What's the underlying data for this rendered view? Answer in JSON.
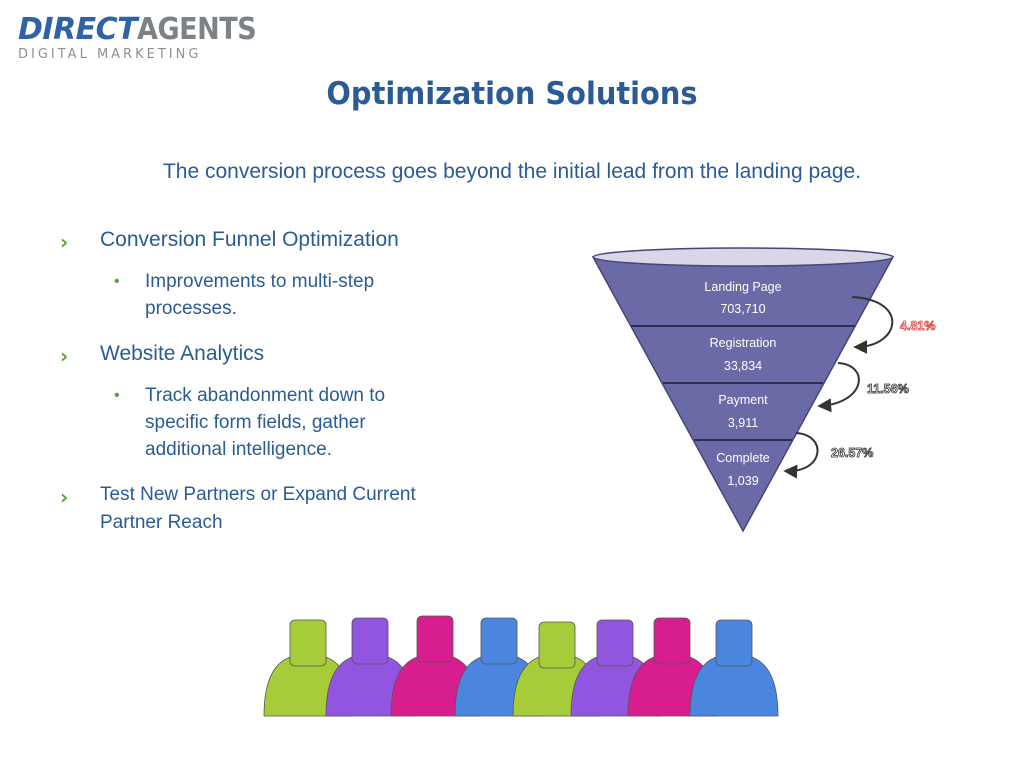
{
  "logo": {
    "word1": "DIRECT",
    "word2": "AGENTS",
    "tagline": "DIGITAL MARKETING"
  },
  "title": "Optimization Solutions",
  "subtitle": "The conversion process goes beyond the initial lead from the landing page.",
  "bullets": {
    "item1": "Conversion Funnel Optimization",
    "item1_sub": " Improvements to multi-step processes.",
    "item2": " Website Analytics",
    "item2_sub": "Track abandonment down to specific form fields, gather additional intelligence.",
    "item3": "Test New Partners or Expand Current Partner Reach"
  },
  "funnel": {
    "stages": [
      {
        "label": "Landing Page",
        "value": "703,710"
      },
      {
        "label": "Registration",
        "value": "33,834"
      },
      {
        "label": "Payment",
        "value": "3,911"
      },
      {
        "label": "Complete",
        "value": "1,039"
      }
    ],
    "rates": [
      "4.81%",
      "11.56%",
      "26.57%"
    ],
    "colors": {
      "fill": "#6a6aa6",
      "top": "#d7d7e6",
      "first_rate": "#d63b3b",
      "other_rate": "#333333"
    }
  },
  "people": {
    "colors": [
      "#a6cc3a",
      "#9155e0",
      "#d81e8e",
      "#4a86e0",
      "#a6cc3a",
      "#9155e0",
      "#d81e8e",
      "#4a86e0"
    ]
  }
}
